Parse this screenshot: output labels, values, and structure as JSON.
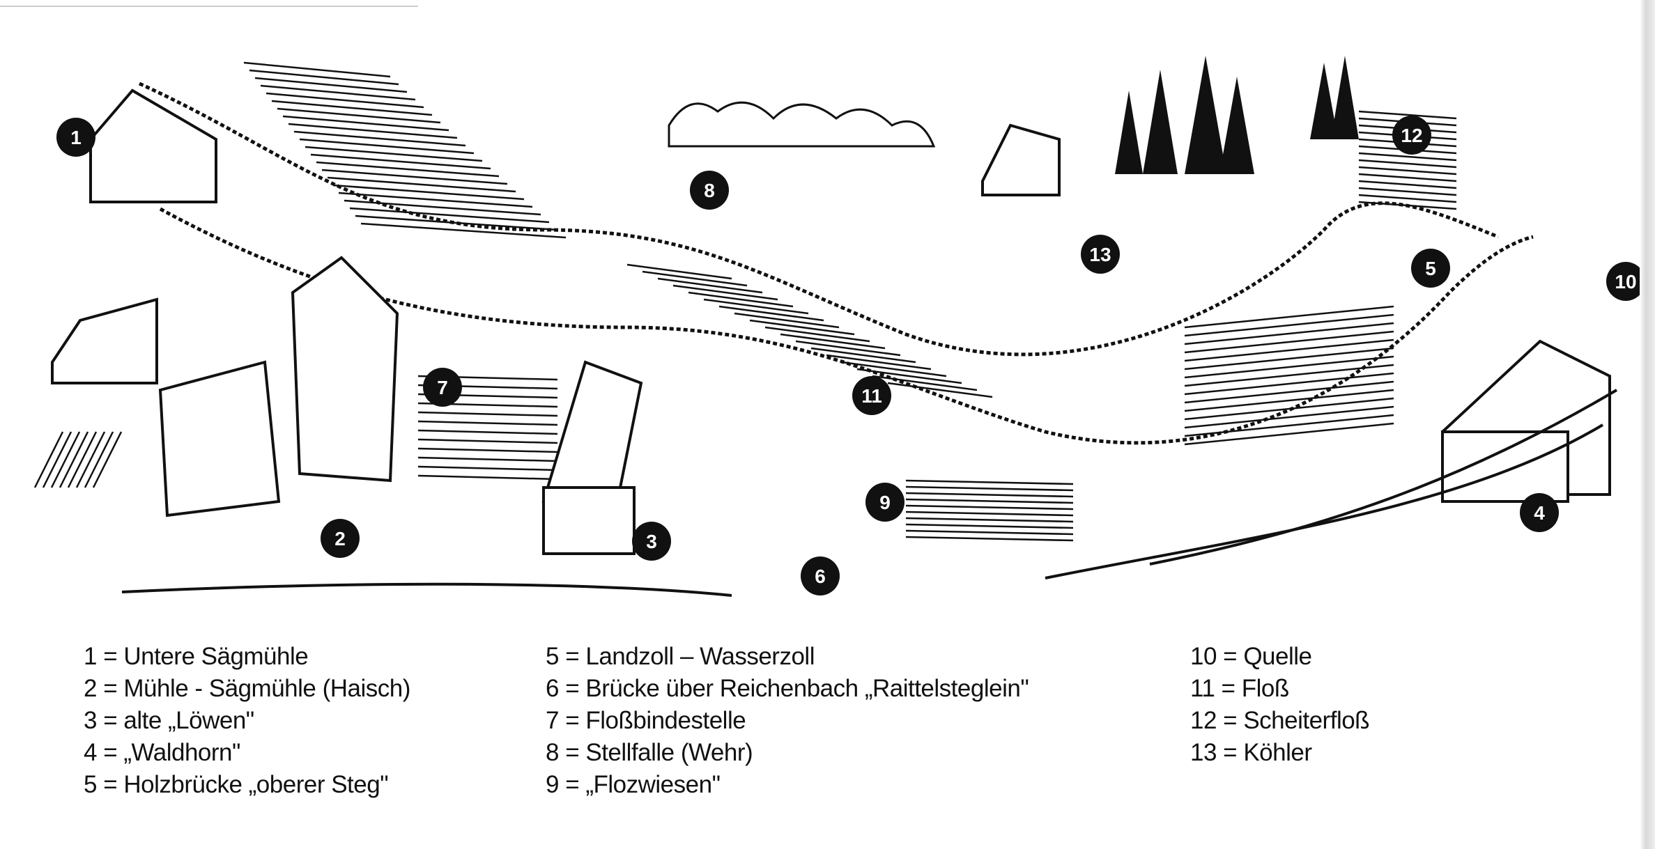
{
  "markers": [
    {
      "number": "1"
    },
    {
      "number": "2"
    },
    {
      "number": "3"
    },
    {
      "number": "4"
    },
    {
      "number": "5"
    },
    {
      "number": "6"
    },
    {
      "number": "7"
    },
    {
      "number": "8"
    },
    {
      "number": "9"
    },
    {
      "number": "10"
    },
    {
      "number": "11"
    },
    {
      "number": "12"
    },
    {
      "number": "13"
    }
  ],
  "legend": {
    "col1": [
      "1 = Untere Sägmühle",
      "2 = Mühle - Sägmühle (Haisch)",
      "3 = alte „Löwen\"",
      "4 = „Waldhorn\"",
      "5 = Holzbrücke „oberer Steg\""
    ],
    "col2": [
      "5 = Landzoll – Wasserzoll",
      "6 = Brücke über Reichenbach „Raittelsteglein\"",
      "7 = Floßbindestelle",
      "8 = Stellfalle (Wehr)",
      "9 = „Flozwiesen\""
    ],
    "col3": [
      "10 = Quelle",
      "11 = Floß",
      "12 = Scheiterfloß",
      "13 = Köhler"
    ]
  },
  "colors": {
    "ink": "#111111",
    "paper": "#ffffff"
  }
}
